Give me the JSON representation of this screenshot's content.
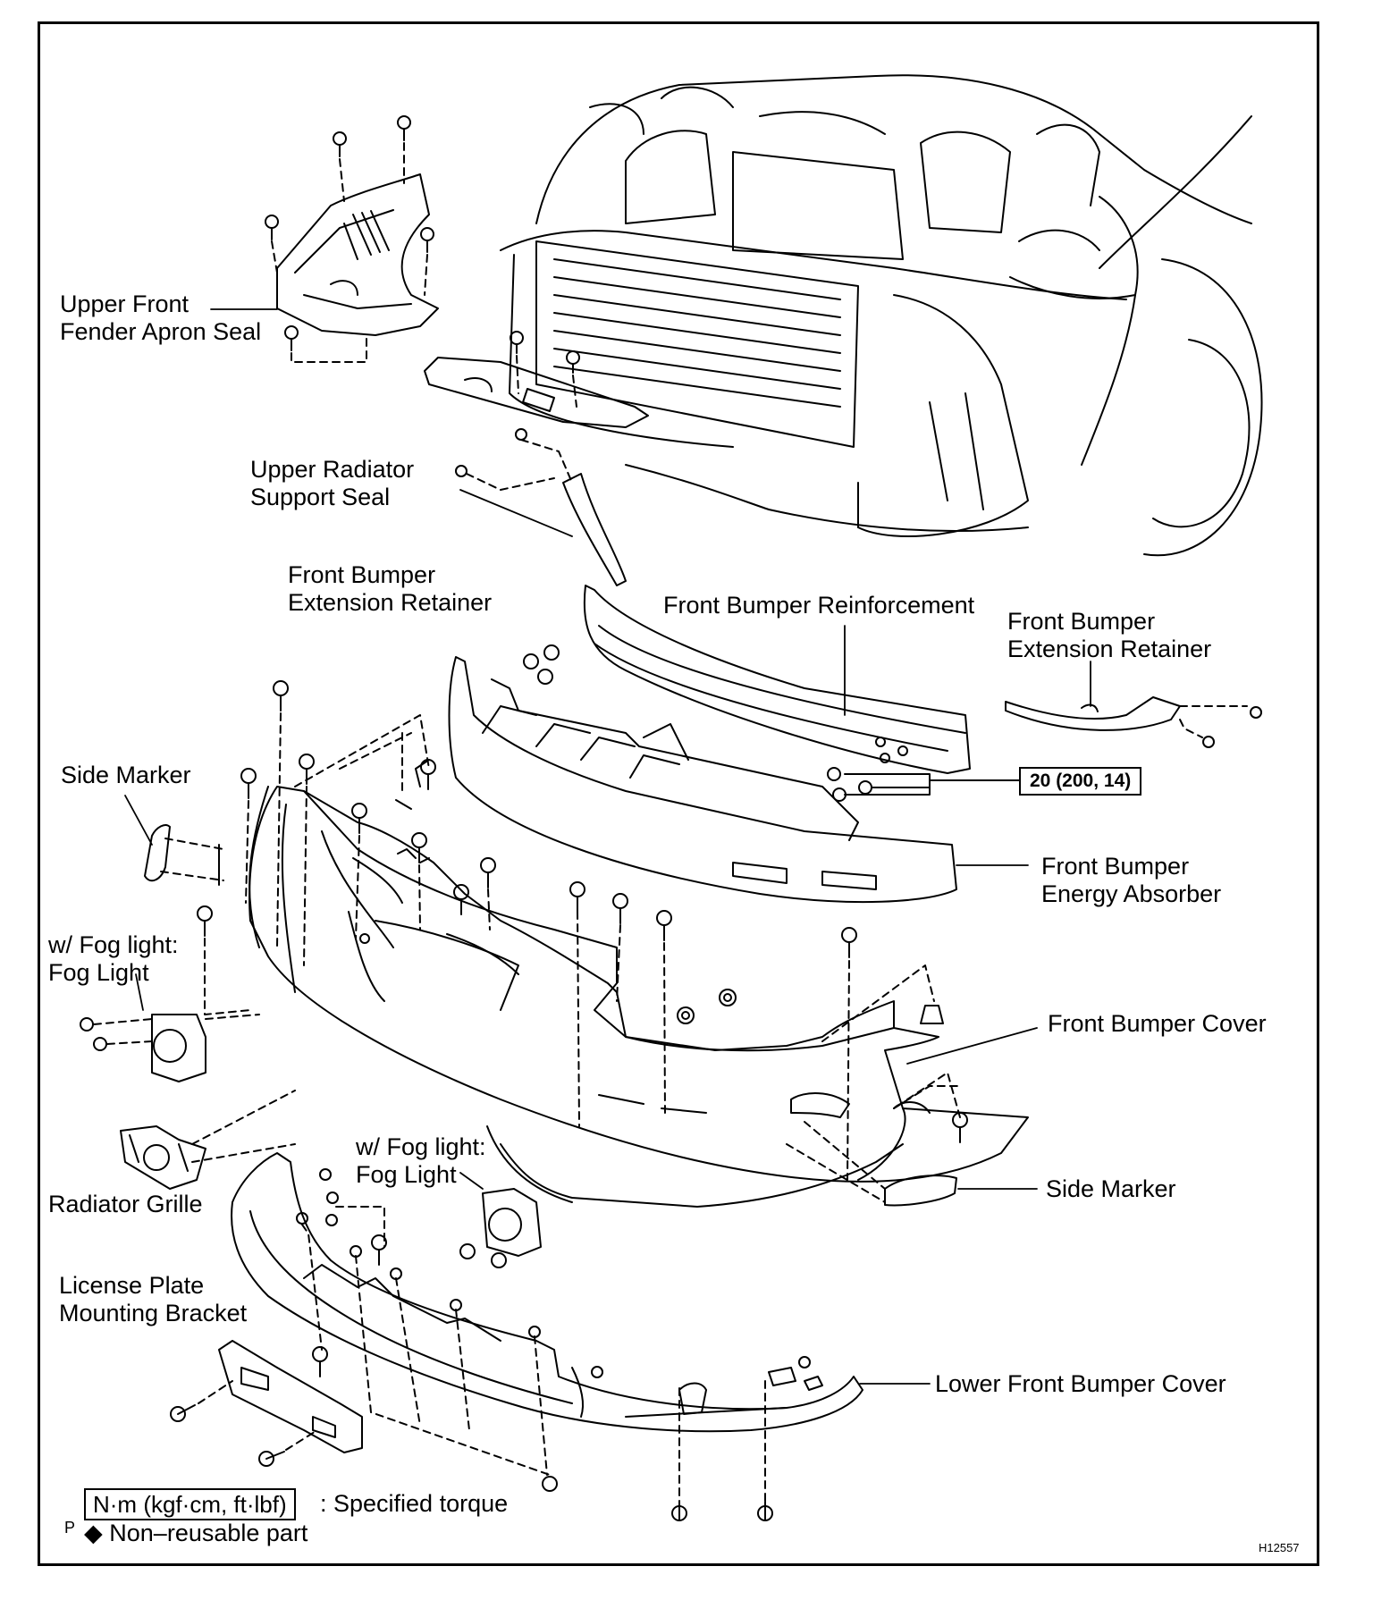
{
  "labels": {
    "upper_front_fender_apron_seal": [
      "Upper Front",
      "Fender Apron Seal"
    ],
    "upper_radiator_support_seal": [
      "Upper Radiator",
      "Support Seal"
    ],
    "front_bumper_extension_retainer_left": [
      "Front Bumper",
      "Extension Retainer"
    ],
    "front_bumper_reinforcement": "Front Bumper Reinforcement",
    "front_bumper_extension_retainer_right": [
      "Front Bumper",
      "Extension Retainer"
    ],
    "side_marker_left": "Side Marker",
    "front_bumper_energy_absorber": [
      "Front Bumper",
      "Energy Absorber"
    ],
    "fog_light_left": [
      "w/ Fog light:",
      "Fog Light"
    ],
    "front_bumper_cover": "Front Bumper Cover",
    "radiator_grille": "Radiator Grille",
    "fog_light_center": [
      "w/ Fog light:",
      "Fog Light"
    ],
    "side_marker_right": "Side Marker",
    "license_plate_mounting_bracket": [
      "License Plate",
      "Mounting Bracket"
    ],
    "lower_front_bumper_cover": "Lower Front Bumper Cover"
  },
  "torque_value": "20 (200, 14)",
  "legend": {
    "unit_box": "N·m (kgf·cm, ft·lbf)",
    "unit_desc": ": Specified torque",
    "prefix": "P",
    "diamond": "◆",
    "non_reusable": "Non–reusable part"
  },
  "figure_id": "H12557"
}
